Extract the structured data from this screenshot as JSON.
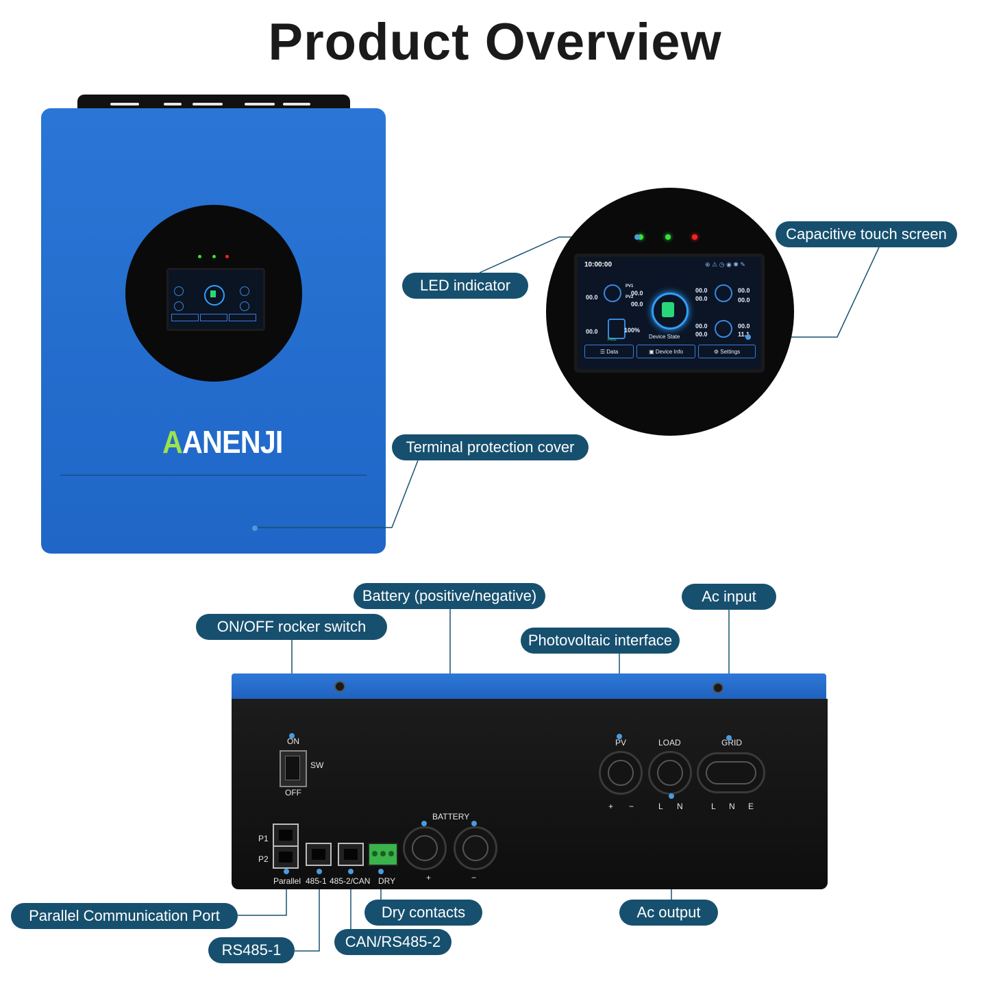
{
  "title": "Product Overview",
  "brand": "ANENJI",
  "callouts": {
    "led_indicator": "LED indicator",
    "touch_screen": "Capacitive touch screen",
    "terminal_cover": "Terminal protection cover",
    "battery": "Battery (positive/negative)",
    "ac_input": "Ac input",
    "onoff_switch": "ON/OFF rocker switch",
    "pv_interface": "Photovoltaic interface",
    "parallel_port": "Parallel Communication Port",
    "dry_contacts": "Dry contacts",
    "ac_output": "Ac output",
    "rs485_1": "RS485-1",
    "can_rs485_2": "CAN/RS485-2"
  },
  "screen": {
    "time": "10:00:00",
    "values": {
      "pv_total": "00.0",
      "pv1_label": "PV1",
      "pv1": "00.0",
      "pv2_label": "PV2",
      "pv2": "00.0",
      "grid_a": "00.0",
      "grid_b": "00.0",
      "grid_right_a": "00.0",
      "grid_right_b": "00.0",
      "battery_left": "00.0",
      "battery_pct": "100%",
      "battery_state": "FULL",
      "load_a": "00.0",
      "load_b": "00.0",
      "load_right_a": "00.0",
      "load_right_b": "11.1"
    },
    "device_state": "Device State",
    "buttons": {
      "data": "Data",
      "device_info": "Device Info",
      "settings": "Settings"
    }
  },
  "panel_labels": {
    "on": "ON",
    "off": "OFF",
    "sw": "SW",
    "p1": "P1",
    "p2": "P2",
    "parallel": "Parallel",
    "p485_1": "485-1",
    "p485_2can": "485-2/CAN",
    "dry": "DRY",
    "battery": "BATTERY",
    "plus": "+",
    "minus": "−",
    "pv": "PV",
    "load": "LOAD",
    "grid": "GRID",
    "pv_plus": "+",
    "pv_minus": "−",
    "load_l": "L",
    "load_n": "N",
    "grid_l": "L",
    "grid_n": "N",
    "grid_e": "E"
  },
  "led_colors": [
    "#35e23a",
    "#35e23a",
    "#ff2020"
  ],
  "colors": {
    "accent": "#17506f",
    "housing_blue": "#2a76d6",
    "logo_green": "#9be34a"
  }
}
